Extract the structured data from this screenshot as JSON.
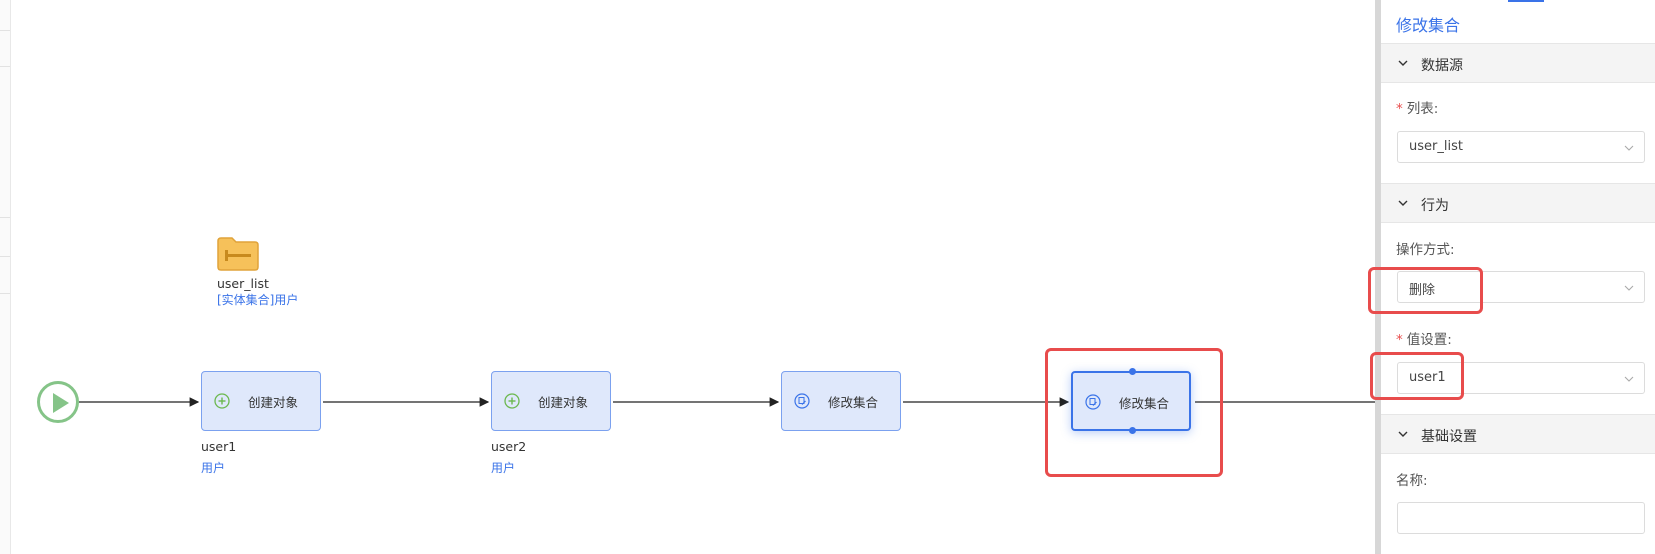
{
  "canvas": {
    "collection": {
      "name": "user_list",
      "type_label": "[实体集合]用户",
      "icon": "folder-collection-icon"
    },
    "start": {
      "icon": "play-icon"
    },
    "nodes": [
      {
        "id": "create1",
        "label": "创建对象",
        "icon": "plus-circle-icon",
        "caption": "user1",
        "subcaption": "用户"
      },
      {
        "id": "create2",
        "label": "创建对象",
        "icon": "plus-circle-icon",
        "caption": "user2",
        "subcaption": "用户"
      },
      {
        "id": "modify1",
        "label": "修改集合",
        "icon": "edit-collection-icon"
      },
      {
        "id": "modify2",
        "label": "修改集合",
        "icon": "edit-collection-icon",
        "selected": true
      }
    ]
  },
  "panel": {
    "title": "修改集合",
    "sections": {
      "datasource": {
        "label": "数据源"
      },
      "behavior": {
        "label": "行为"
      },
      "basic": {
        "label": "基础设置"
      }
    },
    "fields": {
      "list": {
        "label": "列表:",
        "required": "*",
        "value": "user_list"
      },
      "operation": {
        "label": "操作方式:",
        "value": "删除"
      },
      "value_setting": {
        "label": "值设置:",
        "required": "*",
        "value": "user1"
      },
      "name": {
        "label": "名称:",
        "value": ""
      }
    }
  },
  "colors": {
    "accent": "#3a73e8",
    "node_fill": "#dfe8fb",
    "start_green": "#85c488",
    "highlight_red": "#e84c4c",
    "folder_yellow": "#f6c15a"
  }
}
